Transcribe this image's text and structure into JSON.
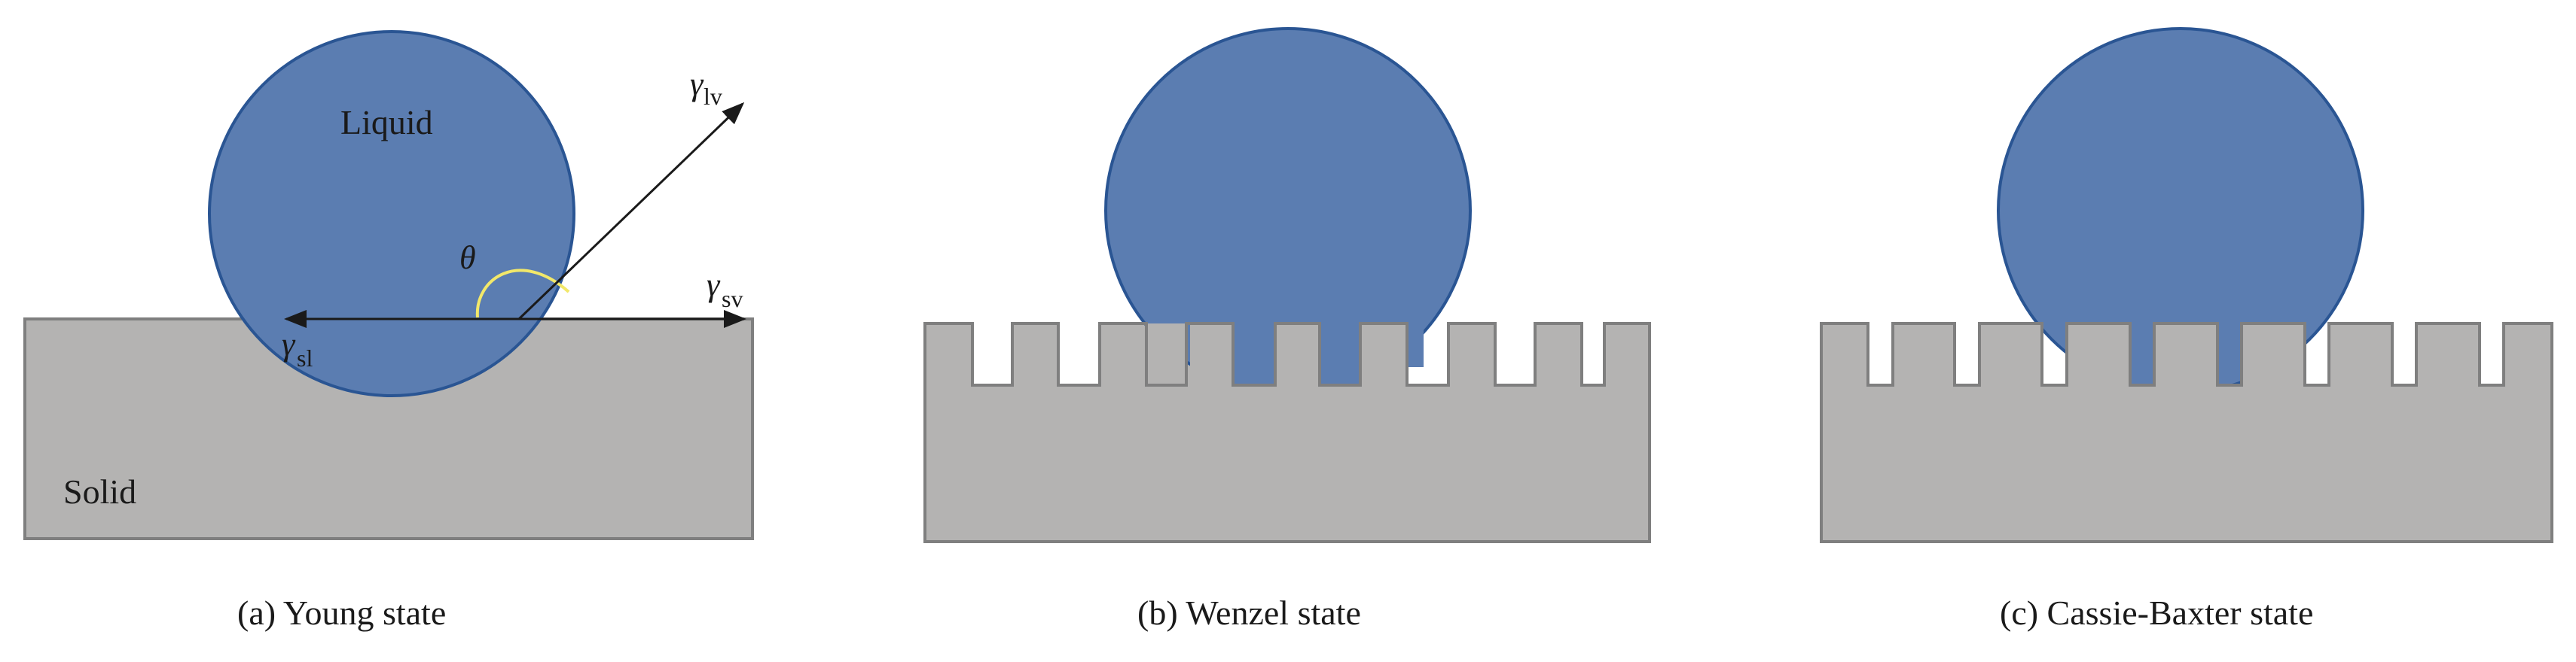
{
  "colors": {
    "liquid": "#5b7db1",
    "liquid_edge": "#2a5593",
    "solid": "#b4b3b2",
    "solid_edge": "#7f7f7f",
    "angle_arc": "#f2e86a",
    "line": "#1a1a1a"
  },
  "young": {
    "liquid_label": "Liquid",
    "solid_label": "Solid",
    "theta": "θ",
    "gamma": "γ",
    "gamma_lv_sub": "lv",
    "gamma_sv_sub": "sv",
    "gamma_sl_sub": "sl",
    "caption": "(a) Young state"
  },
  "wenzel": {
    "caption": "(b) Wenzel state"
  },
  "cassie": {
    "caption": "(c) Cassie-Baxter state"
  }
}
